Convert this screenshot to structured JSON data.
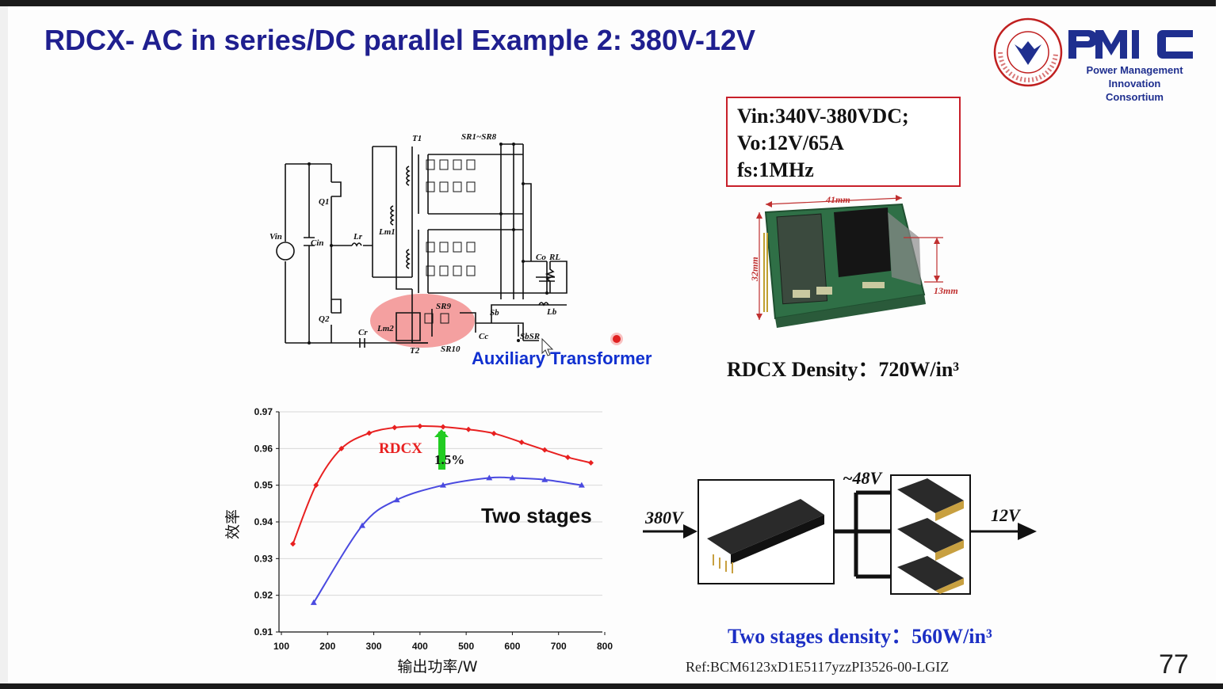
{
  "slide": {
    "title": "RDCX- AC in series/DC parallel Example 2: 380V-12V",
    "page_number": "77",
    "logo": {
      "brand": "PMIC",
      "line1": "Power Management",
      "line2": "Innovation Consortium",
      "university_seal": "ZHEJIANG UNIVERSITY 1897"
    },
    "specs": [
      "Vin:340V-380VDC;",
      "Vo:12V/65A",
      "fs:1MHz"
    ],
    "aux_transformer_label": "Auxiliary Transformer",
    "rdcx_density": "RDCX Density：720W/in³",
    "two_stages_density": "Two stages density：560W/in³",
    "reference": "Ref:BCM6123xD1E5117yzzPI3526-00-LGIZ",
    "module_dims": {
      "width": "41mm",
      "height": "32mm",
      "thickness": "13mm"
    },
    "block_diagram": {
      "input": "380V",
      "bus": "~48V",
      "output": "12V"
    },
    "circuit_labels": {
      "t1": "T1",
      "sr": "SR1~SR8",
      "vin": "Vin",
      "cin": "Cin",
      "lr": "Lr",
      "lm1": "Lm1",
      "q1": "Q1",
      "q2": "Q2",
      "cr": "Cr",
      "lm2": "Lm2",
      "t2": "T2",
      "sr9": "SR9",
      "sr10": "SR10",
      "sb": "Sb",
      "lb": "Lb",
      "cc": "Cc",
      "sbsr": "SbSR",
      "co": "Co",
      "rl": "RL"
    }
  },
  "chart_data": {
    "type": "line",
    "xlabel": "输出功率/W",
    "ylabel": "效率",
    "xlim": [
      100,
      800
    ],
    "ylim": [
      0.91,
      0.97
    ],
    "xticks": [
      100,
      200,
      300,
      400,
      500,
      600,
      700,
      800
    ],
    "yticks": [
      0.91,
      0.92,
      0.93,
      0.94,
      0.95,
      0.96,
      0.97
    ],
    "grid": true,
    "annotation": "1.5%",
    "series": [
      {
        "name": "RDCX",
        "color": "#e82020",
        "x": [
          125,
          175,
          230,
          290,
          345,
          400,
          450,
          505,
          560,
          620,
          670,
          720,
          770
        ],
        "y": [
          0.934,
          0.95,
          0.96,
          0.9642,
          0.9657,
          0.9661,
          0.9659,
          0.9652,
          0.9641,
          0.9617,
          0.9596,
          0.9576,
          0.9561
        ]
      },
      {
        "name": "Two stages",
        "color": "#4a4ae0",
        "x": [
          170,
          275,
          350,
          450,
          550,
          600,
          670,
          750
        ],
        "y": [
          0.918,
          0.939,
          0.946,
          0.95,
          0.952,
          0.952,
          0.9515,
          0.95
        ]
      }
    ]
  }
}
